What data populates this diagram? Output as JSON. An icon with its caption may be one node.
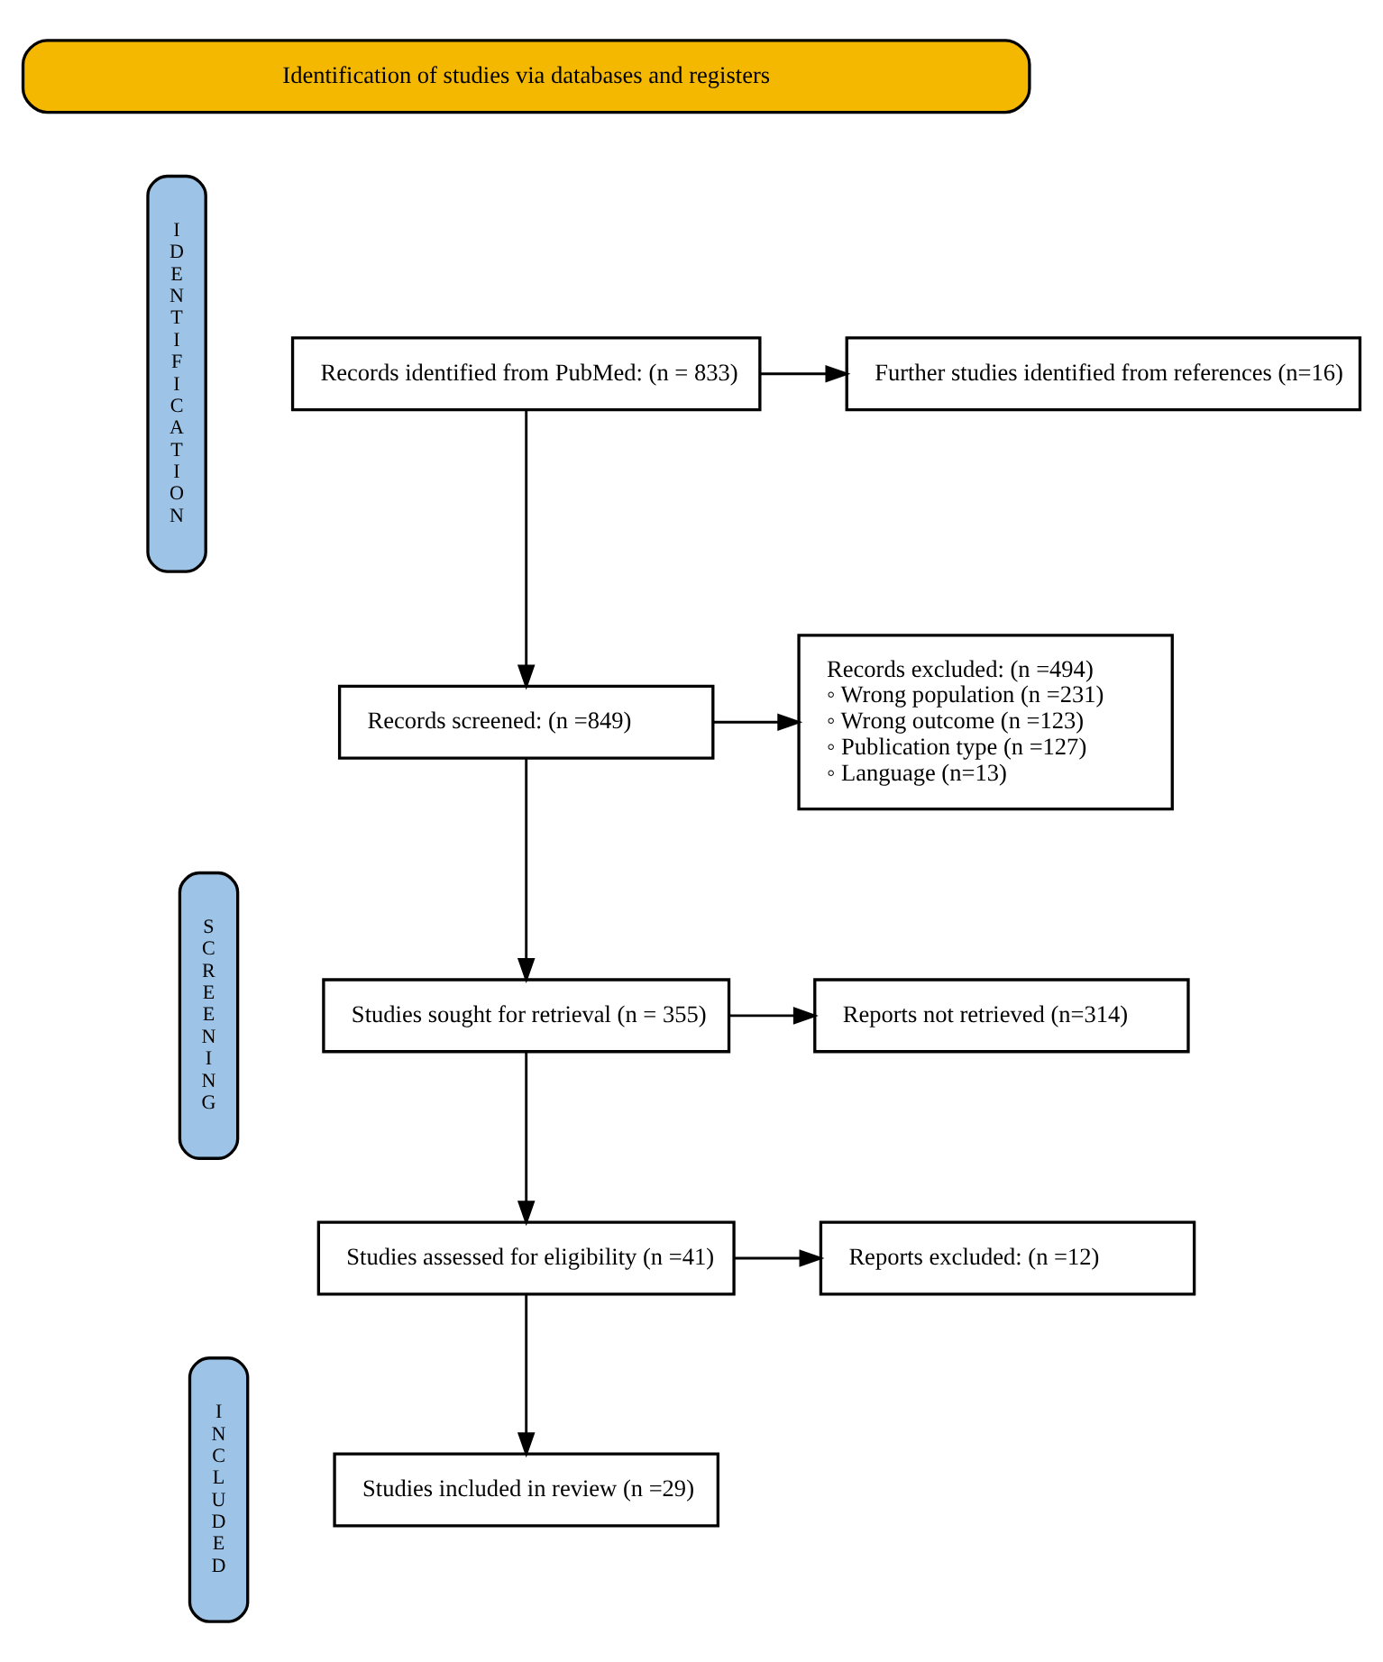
{
  "diagram": {
    "nodes": [
      {
        "text": [
          "Identification of studies via databases and registers"
        ]
      },
      {
        "text": [
          "IDENTIFICATION"
        ]
      },
      {
        "text": [
          "Records identified from PubMed: (n = 833)"
        ]
      },
      {
        "text": [
          "Further studies identified from references (n=16)"
        ]
      },
      {
        "text": [
          "SCREENING"
        ]
      },
      {
        "text": [
          "Records screened: (n =849)"
        ]
      },
      {
        "text": [
          "Records excluded: (n =494)",
          "◦ Wrong population (n =231)",
          "◦ Wrong outcome (n =123)",
          "◦ Publication type (n =127)",
          "◦ Language (n=13)"
        ]
      },
      {
        "text": [
          "Studies sought for retrieval (n = 355)"
        ]
      },
      {
        "text": [
          "Reports not retrieved (n=314)"
        ]
      },
      {
        "text": [
          "Studies assessed for eligibility (n =41)"
        ]
      },
      {
        "text": [
          "Reports excluded: (n =12)"
        ]
      },
      {
        "text": [
          "INCLUDED"
        ]
      },
      {
        "text": [
          "Studies included in review (n =29)"
        ]
      }
    ],
    "edges": [
      {
        "from": 2,
        "to": 3,
        "arrow": "to"
      },
      {
        "from": 2,
        "to": 5,
        "arrow": "to"
      },
      {
        "from": 5,
        "to": 6,
        "arrow": "to"
      },
      {
        "from": 5,
        "to": 7,
        "arrow": "to"
      },
      {
        "from": 7,
        "to": 8,
        "arrow": "to"
      },
      {
        "from": 7,
        "to": 9,
        "arrow": "to"
      },
      {
        "from": 9,
        "to": 10,
        "arrow": "to"
      },
      {
        "from": 9,
        "to": 12,
        "arrow": "to"
      }
    ]
  }
}
